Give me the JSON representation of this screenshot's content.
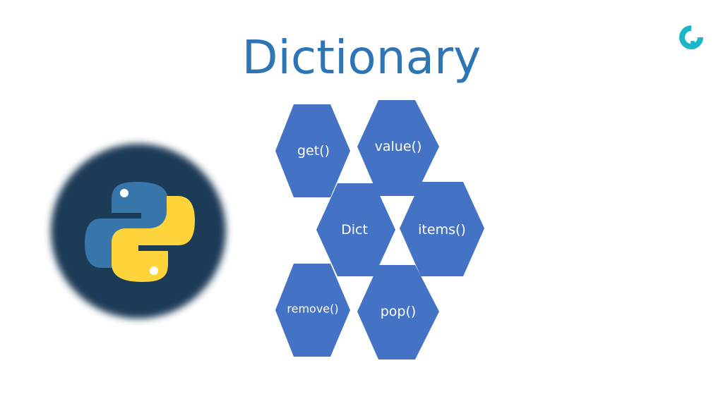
{
  "slide": {
    "title": "Dictionary"
  },
  "hexagons": [
    {
      "label": "get()"
    },
    {
      "label": "value()"
    },
    {
      "label": "Dict"
    },
    {
      "label": "items()"
    },
    {
      "label": "remove()"
    },
    {
      "label": "pop()"
    }
  ],
  "colors": {
    "title": "#2e75b6",
    "hexagon_fill": "#4472c4",
    "badge_background": "#1f3b57",
    "python_blue": "#3776ab",
    "python_yellow": "#ffd43b",
    "brand_accent": "#1ab6c9"
  },
  "icons": {
    "brand_logo": "brand-logo-icon",
    "python_logo": "python-logo-icon"
  }
}
